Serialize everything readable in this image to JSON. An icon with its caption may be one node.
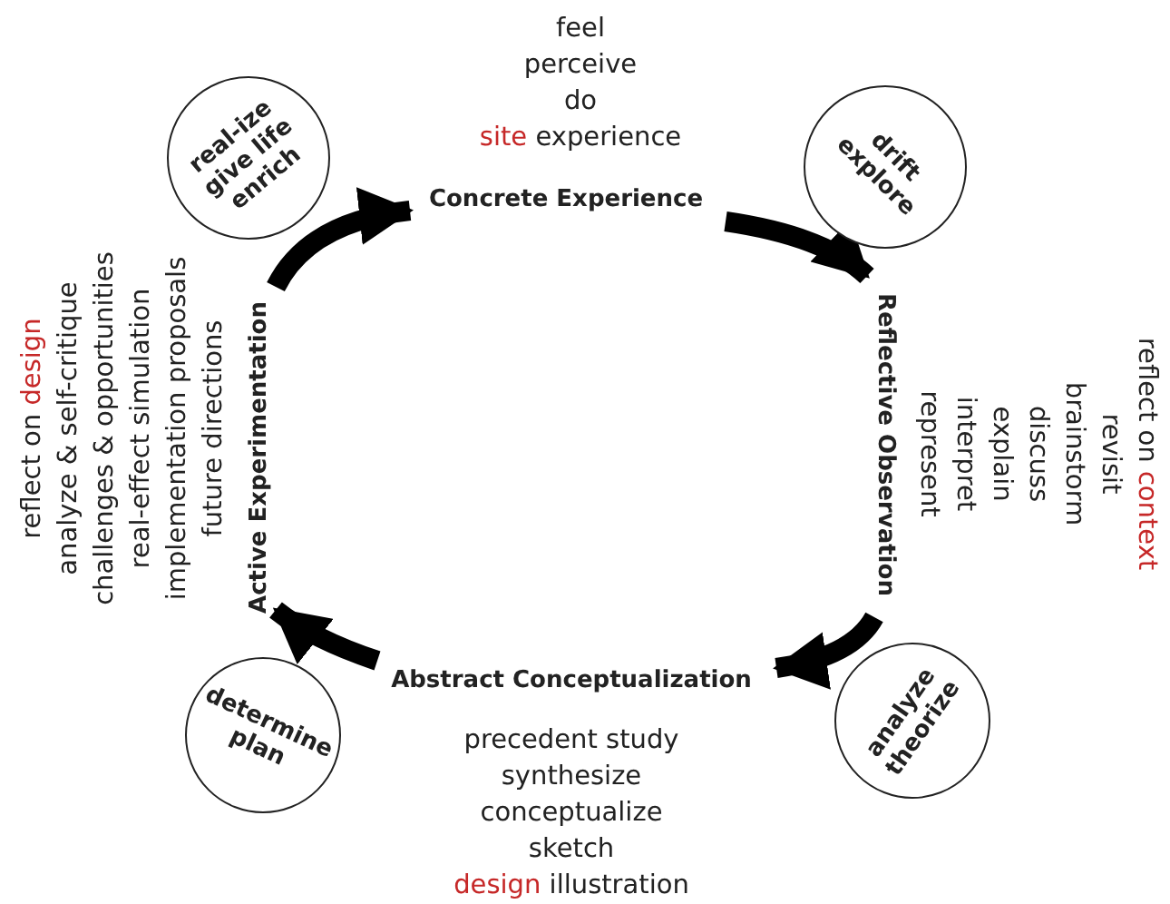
{
  "diagram": {
    "nodes": [
      {
        "text": [
          "Concrete Experience"
        ],
        "beside": [
          "feel",
          "perceive",
          "do",
          "site experience"
        ]
      },
      {
        "text": [
          "Reflective Observation"
        ],
        "beside": [
          "reflect on context",
          "revisit",
          "brainstorm",
          "discuss",
          "explain",
          "interpret",
          "represent"
        ]
      },
      {
        "text": [
          "Abstract Conceptualization"
        ],
        "beside": [
          "precedent study",
          "synthesize",
          "conceptualize",
          "sketch",
          "design illustration"
        ]
      },
      {
        "text": [
          "Active Experimentation"
        ],
        "beside": [
          "reflect on design",
          "analyze & self-critique",
          "challenges & opportunities",
          "real-effect simulation",
          "implementation proposals",
          "future directions"
        ]
      },
      {
        "text": [
          "real-ize give life enrich"
        ]
      },
      {
        "text": [
          "drift explore"
        ]
      },
      {
        "text": [
          "analyze theorize"
        ]
      },
      {
        "text": [
          "determine plan"
        ]
      }
    ],
    "edges": [
      {
        "from": 0,
        "to": 1,
        "arrow": "to"
      },
      {
        "from": 1,
        "to": 2,
        "arrow": "to"
      },
      {
        "from": 2,
        "to": 3,
        "arrow": "to"
      },
      {
        "from": 3,
        "to": 0,
        "arrow": "to"
      }
    ]
  }
}
